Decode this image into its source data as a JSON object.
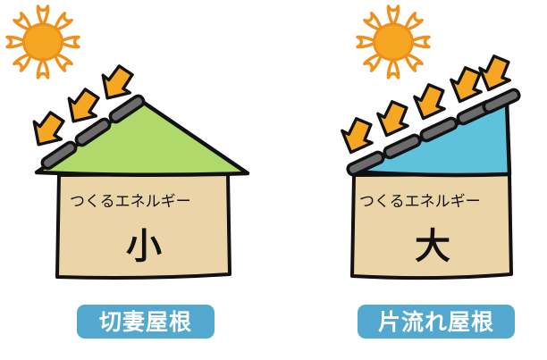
{
  "figure": {
    "title": "Roof shape vs. solar energy generation comparison",
    "background_color": "#ffffff"
  },
  "colors": {
    "sun_fill": "#F5A623",
    "sun_ray_stroke": "#EF8F1C",
    "arrow_fill": "#F5A623",
    "arrow_stroke": "#111111",
    "panel_fill": "#6B6B6B",
    "panel_stroke": "#111111",
    "gable_roof_fill": "#AFD96B",
    "shed_roof_fill": "#5FC2DC",
    "wall_fill": "#EBD5A8",
    "outline": "#111111",
    "badge_fill": "#52A8CE",
    "badge_text": "#FFFFFF"
  },
  "panels": {
    "left": {
      "icon": "solar-panel-icon",
      "count": 3
    },
    "right": {
      "icon": "solar-panel-icon",
      "count": 5
    }
  },
  "sunlight_arrows": {
    "left": {
      "icon": "down-right-arrow-icon",
      "count": 3
    },
    "right": {
      "icon": "down-right-arrow-icon",
      "count": 5
    }
  },
  "left_house": {
    "roof_type": "gable",
    "sun_icon": "sun-icon",
    "energy_label": "つくるエネルギー",
    "energy_amount": "小",
    "caption": "切妻屋根"
  },
  "right_house": {
    "roof_type": "shed",
    "sun_icon": "sun-icon",
    "energy_label": "つくるエネルギー",
    "energy_amount": "大",
    "caption": "片流れ屋根"
  }
}
